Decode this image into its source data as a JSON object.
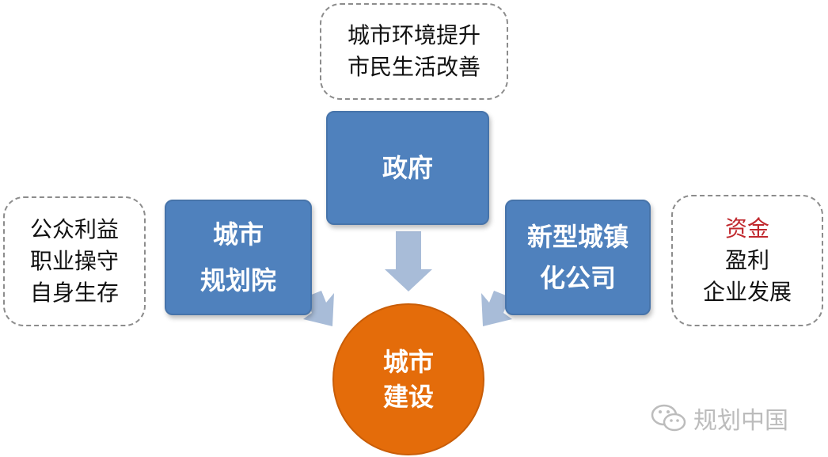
{
  "top_note": {
    "lines": [
      "城市环境提升",
      "市民生活改善"
    ]
  },
  "left_note": {
    "lines": [
      "公众利益",
      "职业操守",
      "自身生存"
    ]
  },
  "right_note": {
    "lines": [
      "资金",
      "盈利",
      "企业发展"
    ],
    "highlight_color": "#c0282d"
  },
  "nodes": {
    "government": {
      "label": "政府"
    },
    "planning_institute": {
      "lines": [
        "城市",
        "规划院"
      ]
    },
    "urbanization_company": {
      "lines": [
        "新型城镇",
        "化公司"
      ]
    },
    "city_construction": {
      "lines": [
        "城市",
        "建设"
      ]
    }
  },
  "watermark": {
    "icon": "wechat-icon",
    "text": "规划中国"
  },
  "colors": {
    "box_blue": "#4f81bd",
    "circle_orange": "#e46c0a",
    "arrow": "#a8bcd8",
    "dashed_border": "#8c8c8c"
  }
}
